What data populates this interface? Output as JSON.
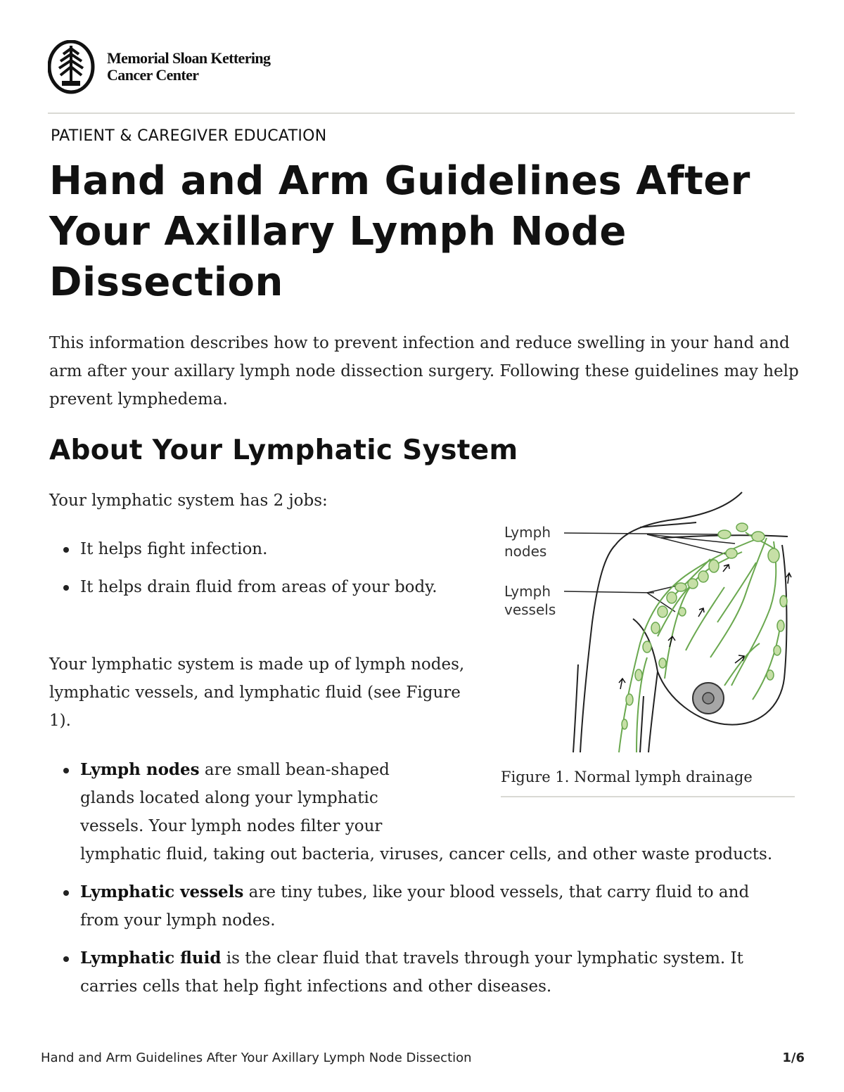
{
  "header": {
    "org_line1": "Memorial Sloan Kettering",
    "org_line2": "Cancer Center",
    "kicker": "PATIENT & CAREGIVER EDUCATION"
  },
  "title": {
    "line1": "Hand and Arm Guidelines After",
    "line2": "Your Axillary Lymph Node",
    "line3": "Dissection"
  },
  "intro": "This information describes how to prevent infection and reduce swelling in your hand and arm after your axillary lymph node dissection surgery. Following these guidelines may help prevent lymphedema.",
  "section": {
    "heading": "About Your Lymphatic System",
    "jobs_intro": "Your lymphatic system has 2 jobs:",
    "jobs": [
      "It helps fight infection.",
      "It helps drain fluid from areas of your body."
    ],
    "made_up": "Your lymphatic system is made up of lymph nodes, lymphatic vessels, and lymphatic fluid (see Figure 1).",
    "components": [
      {
        "term": "Lymph nodes",
        "text": " are small bean-shaped glands located along your lymphatic vessels. Your lymph nodes filter your lymphatic fluid, taking out bacteria, viruses, cancer cells, and other waste products."
      },
      {
        "term": "Lymphatic vessels",
        "text": " are tiny tubes, like your blood vessels, that carry fluid to and from your lymph nodes."
      },
      {
        "term": "Lymphatic fluid",
        "text": " is the clear fluid that travels through your lymphatic system. It carries cells that help fight infections and other diseases."
      }
    ]
  },
  "figure": {
    "label_nodes_1": "Lymph",
    "label_nodes_2": "nodes",
    "label_vessels_1": "Lymph",
    "label_vessels_2": "vessels",
    "caption": "Figure 1. Normal lymph drainage",
    "node_color": "#c6dfa6",
    "vessel_color": "#6aa84f"
  },
  "footer": {
    "title": "Hand and Arm Guidelines After Your Axillary Lymph Node Dissection",
    "page": "1/6"
  }
}
